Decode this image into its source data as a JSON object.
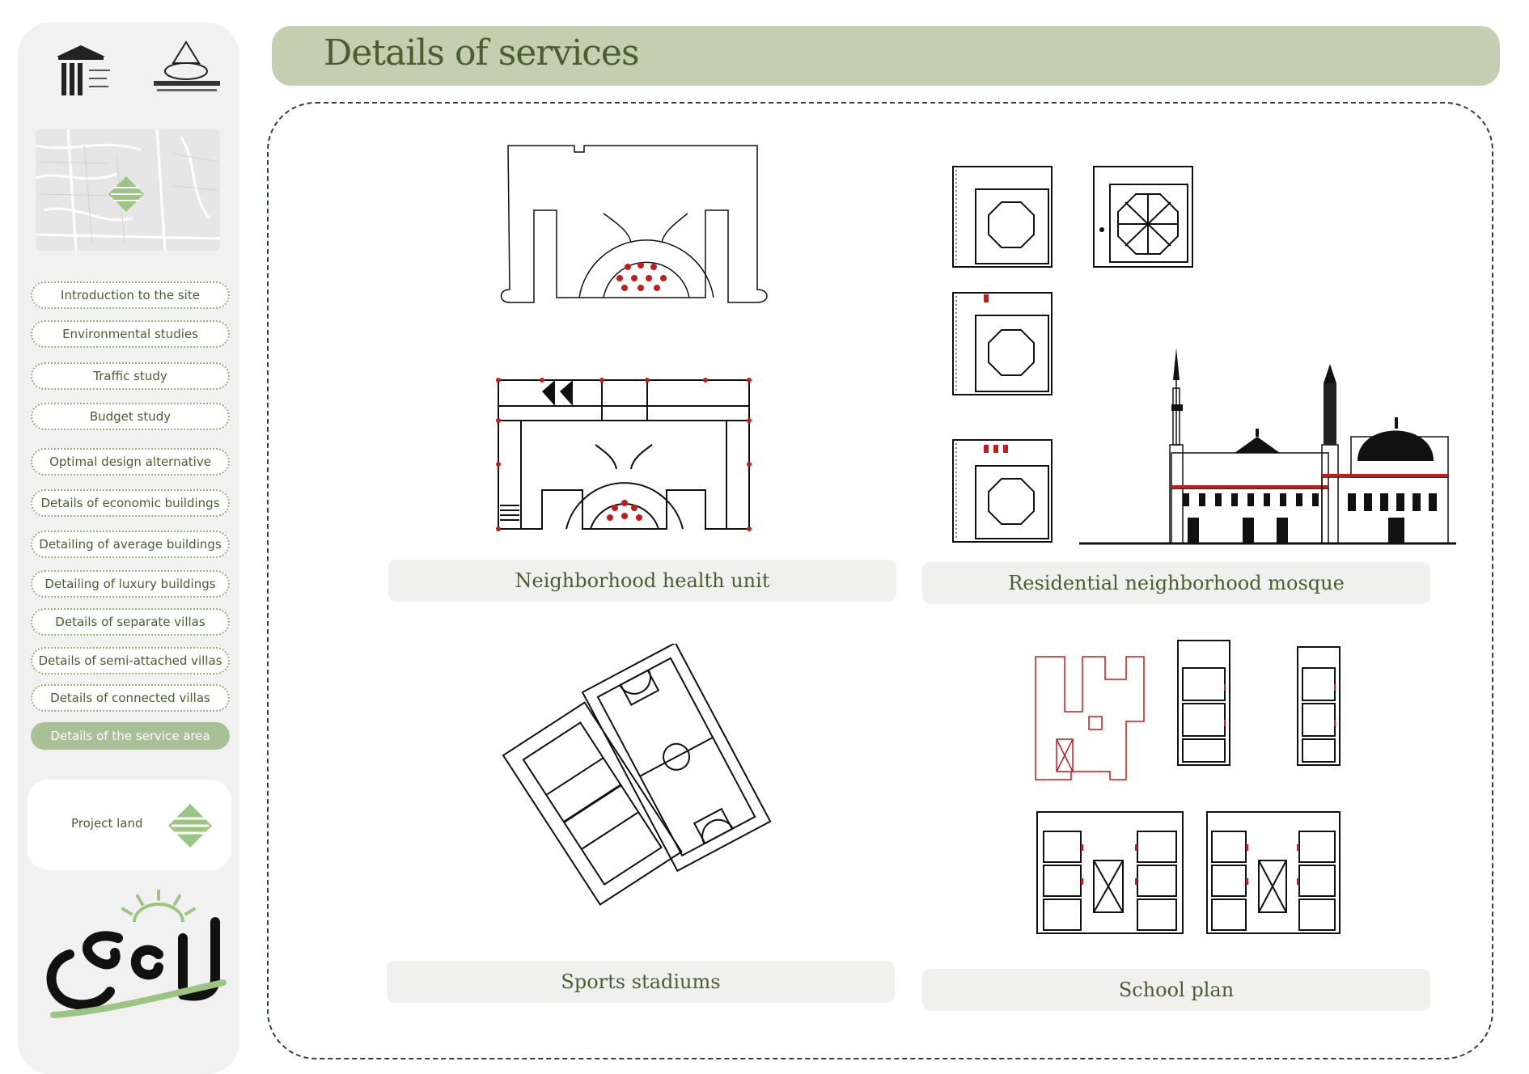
{
  "header": {
    "title": "Details of services"
  },
  "nav": {
    "items": [
      {
        "label": "Introduction to the site"
      },
      {
        "label": "Environmental studies"
      },
      {
        "label": "Traffic study"
      },
      {
        "label": "Budget study"
      },
      {
        "label": "Optimal design alternative"
      },
      {
        "label": "Details of economic buildings"
      },
      {
        "label": "Detailing of average buildings"
      },
      {
        "label": "Detailing of luxury buildings"
      },
      {
        "label": "Details of separate villas"
      },
      {
        "label": "Details of semi-attached villas"
      },
      {
        "label": "Details of connected villas"
      },
      {
        "label": "Details of the service area"
      }
    ],
    "active_index": 11
  },
  "legend": {
    "label": "Project land"
  },
  "captions": {
    "health": "Neighborhood health unit",
    "mosque": "Residential neighborhood mosque",
    "sports": "Sports stadiums",
    "school": "School plan"
  },
  "colors": {
    "accent_green": "#a9bf96",
    "title_bar": "#c4cfb2",
    "text_green": "#4a5e2f",
    "frame_dash": "#2c3e4f",
    "caption_bg": "#f0f0ef"
  }
}
